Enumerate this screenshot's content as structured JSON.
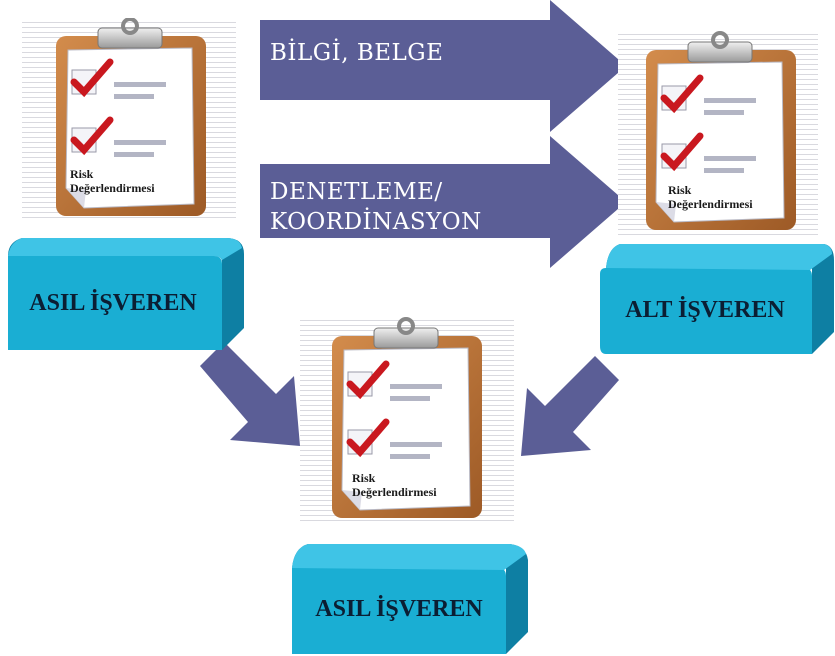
{
  "arrows": {
    "top_label": "BİLGİ, BELGE",
    "bottom_label_line1": "DENETLEME/",
    "bottom_label_line2": "KOORDİNASYON"
  },
  "clipboards": {
    "caption_line1": "Risk",
    "caption_line2": "Değerlendirmesi"
  },
  "boxes": {
    "left": "ASIL İŞVEREN",
    "right": "ALT İŞVEREN",
    "bottom": "ASIL İŞVEREN"
  },
  "colors": {
    "arrow": "#5b5e96",
    "box_front": "#1aaed3",
    "box_side": "#0e7fa3",
    "box_top": "#3fc4e6",
    "clipboard": "#c07a3e",
    "check": "#c9181f"
  }
}
